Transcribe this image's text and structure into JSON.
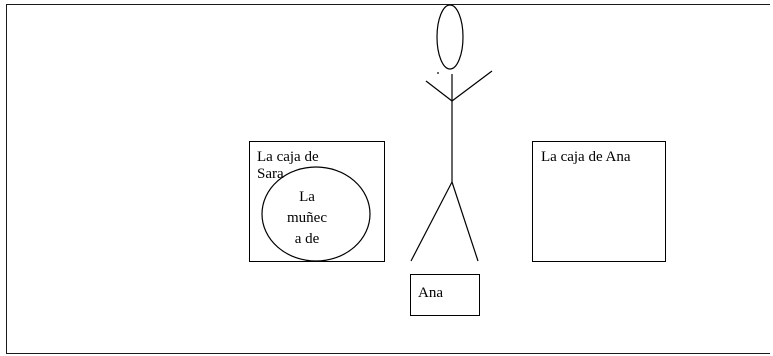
{
  "diagram": {
    "sara_box_label": "La caja de",
    "sara_box_label_line2": "Sara",
    "doll_line1": "La",
    "doll_line2": "muñec",
    "doll_line3": "a de",
    "ana_box_label": "La caja de Ana",
    "figure_label": "Ana"
  },
  "colors": {
    "stroke": "#000000",
    "background": "#ffffff"
  }
}
